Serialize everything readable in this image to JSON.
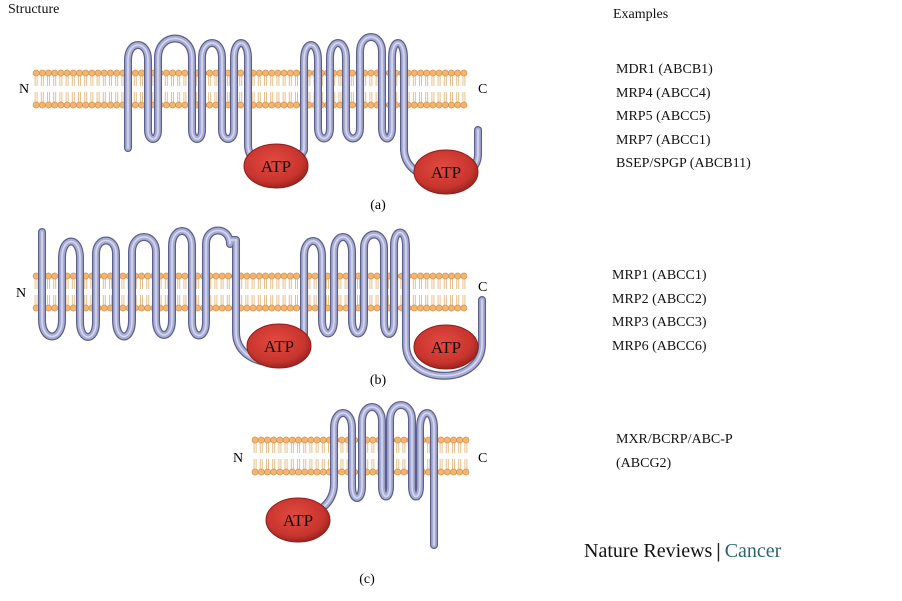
{
  "headers": {
    "structure": "Structure",
    "examples": "Examples"
  },
  "terminals": {
    "n": "N",
    "c": "C"
  },
  "atp_label": "ATP",
  "panels": [
    {
      "label": "(a)",
      "examples": [
        "MDR1 (ABCB1)",
        "MRP4 (ABCC4)",
        "MRP5 (ABCC5)",
        "MRP7 (ABCC1)",
        "BSEP/SPGP (ABCB11)"
      ]
    },
    {
      "label": "(b)",
      "examples": [
        "MRP1 (ABCC1)",
        "MRP2 (ABCC2)",
        "MRP3 (ABCC3)",
        "MRP6 (ABCC6)"
      ]
    },
    {
      "label": "(c)",
      "examples": [
        "MXR/BCRP/ABC-P",
        "(ABCG2)"
      ]
    }
  ],
  "credit": {
    "journal": "Nature Reviews",
    "separator": "|",
    "section": "Cancer"
  },
  "colors": {
    "membrane_head": "#f2b470",
    "membrane_tail": "#e6c08a",
    "protein_chain": "#a9add3",
    "protein_outline": "#5b5f8c",
    "atp_fill": "#c8352e",
    "atp_dark": "#8e1e1a",
    "credit_accent": "#2c6470"
  }
}
